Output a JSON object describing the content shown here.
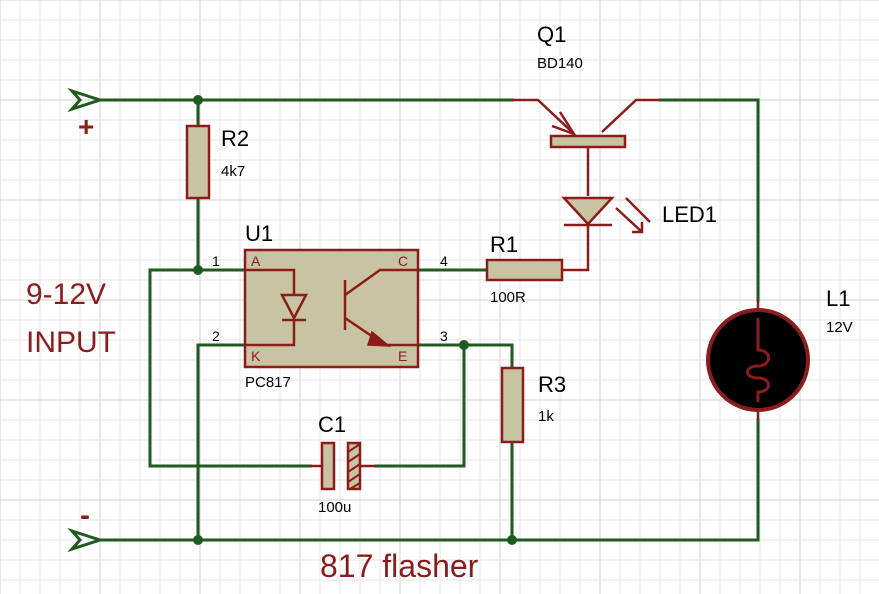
{
  "colors": {
    "wire": "#1f5a1f",
    "component": "#8b1c1c",
    "component_fill": "#c8c4a2",
    "grid_minor": "#e6e6e6",
    "grid_major": "#cfcfcf",
    "text": "#000000",
    "title": "#8b1c1c"
  },
  "title": "817 flasher",
  "input_label": {
    "line1": "9-12V",
    "line2": "INPUT"
  },
  "terminals": {
    "plus": "+",
    "minus": "-"
  },
  "components": {
    "q1": {
      "ref": "Q1",
      "value": "BD140"
    },
    "r2": {
      "ref": "R2",
      "value": "4k7"
    },
    "u1": {
      "ref": "U1",
      "value": "PC817",
      "pins": {
        "a": "A",
        "k": "K",
        "c": "C",
        "e": "E"
      },
      "pin_numbers": {
        "p1": "1",
        "p2": "2",
        "p3": "3",
        "p4": "4"
      }
    },
    "r1": {
      "ref": "R1",
      "value": "100R"
    },
    "led1": {
      "ref": "LED1"
    },
    "l1": {
      "ref": "L1",
      "value": "12V"
    },
    "r3": {
      "ref": "R3",
      "value": "1k"
    },
    "c1": {
      "ref": "C1",
      "value": "100u"
    }
  }
}
